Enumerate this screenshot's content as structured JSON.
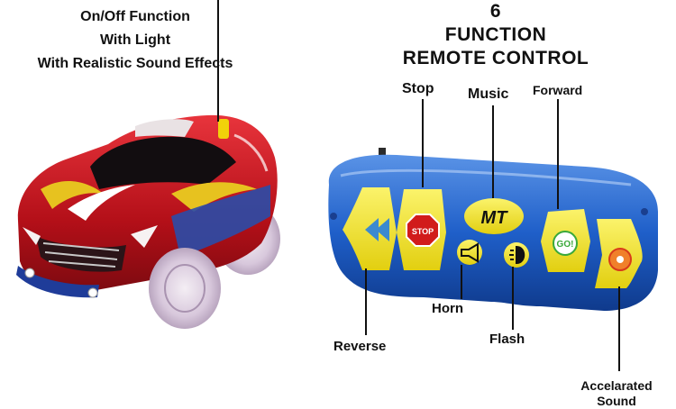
{
  "car_callout": {
    "lines": [
      "On/Off Function",
      "With Light",
      "With Realistic Sound Effects"
    ]
  },
  "headline": {
    "lines": [
      "6",
      "FUNCTION",
      "REMOTE CONTROL"
    ]
  },
  "remote_labels": {
    "stop": "Stop",
    "music": "Music",
    "forward": "Forward",
    "reverse": "Reverse",
    "horn": "Horn",
    "flash": "Flash",
    "accel_line1": "Accelarated",
    "accel_line2": "Sound"
  },
  "remote_buttons": {
    "stop_sign": "STOP",
    "logo": "MT",
    "go": "GO!"
  },
  "colors": {
    "car_red": "#c3121b",
    "remote_blue": "#1e5fc8",
    "button_yellow": "#f6e82f",
    "label_text": "#111111"
  }
}
